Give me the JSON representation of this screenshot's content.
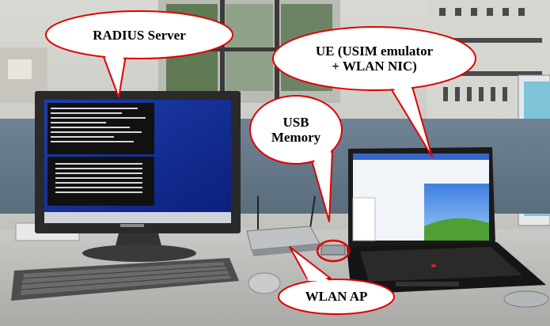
{
  "callouts": {
    "radius_server": "RADIUS Server",
    "ue": "UE (USIM emulator\n+ WLAN NIC)",
    "usb_memory": "USB\nMemory",
    "wlan_ap": "WLAN AP"
  },
  "colors": {
    "callout_border": "#e00000",
    "callout_fill": "#ffffff",
    "callout_text": "#000000",
    "highlight_circle": "#e00000"
  }
}
